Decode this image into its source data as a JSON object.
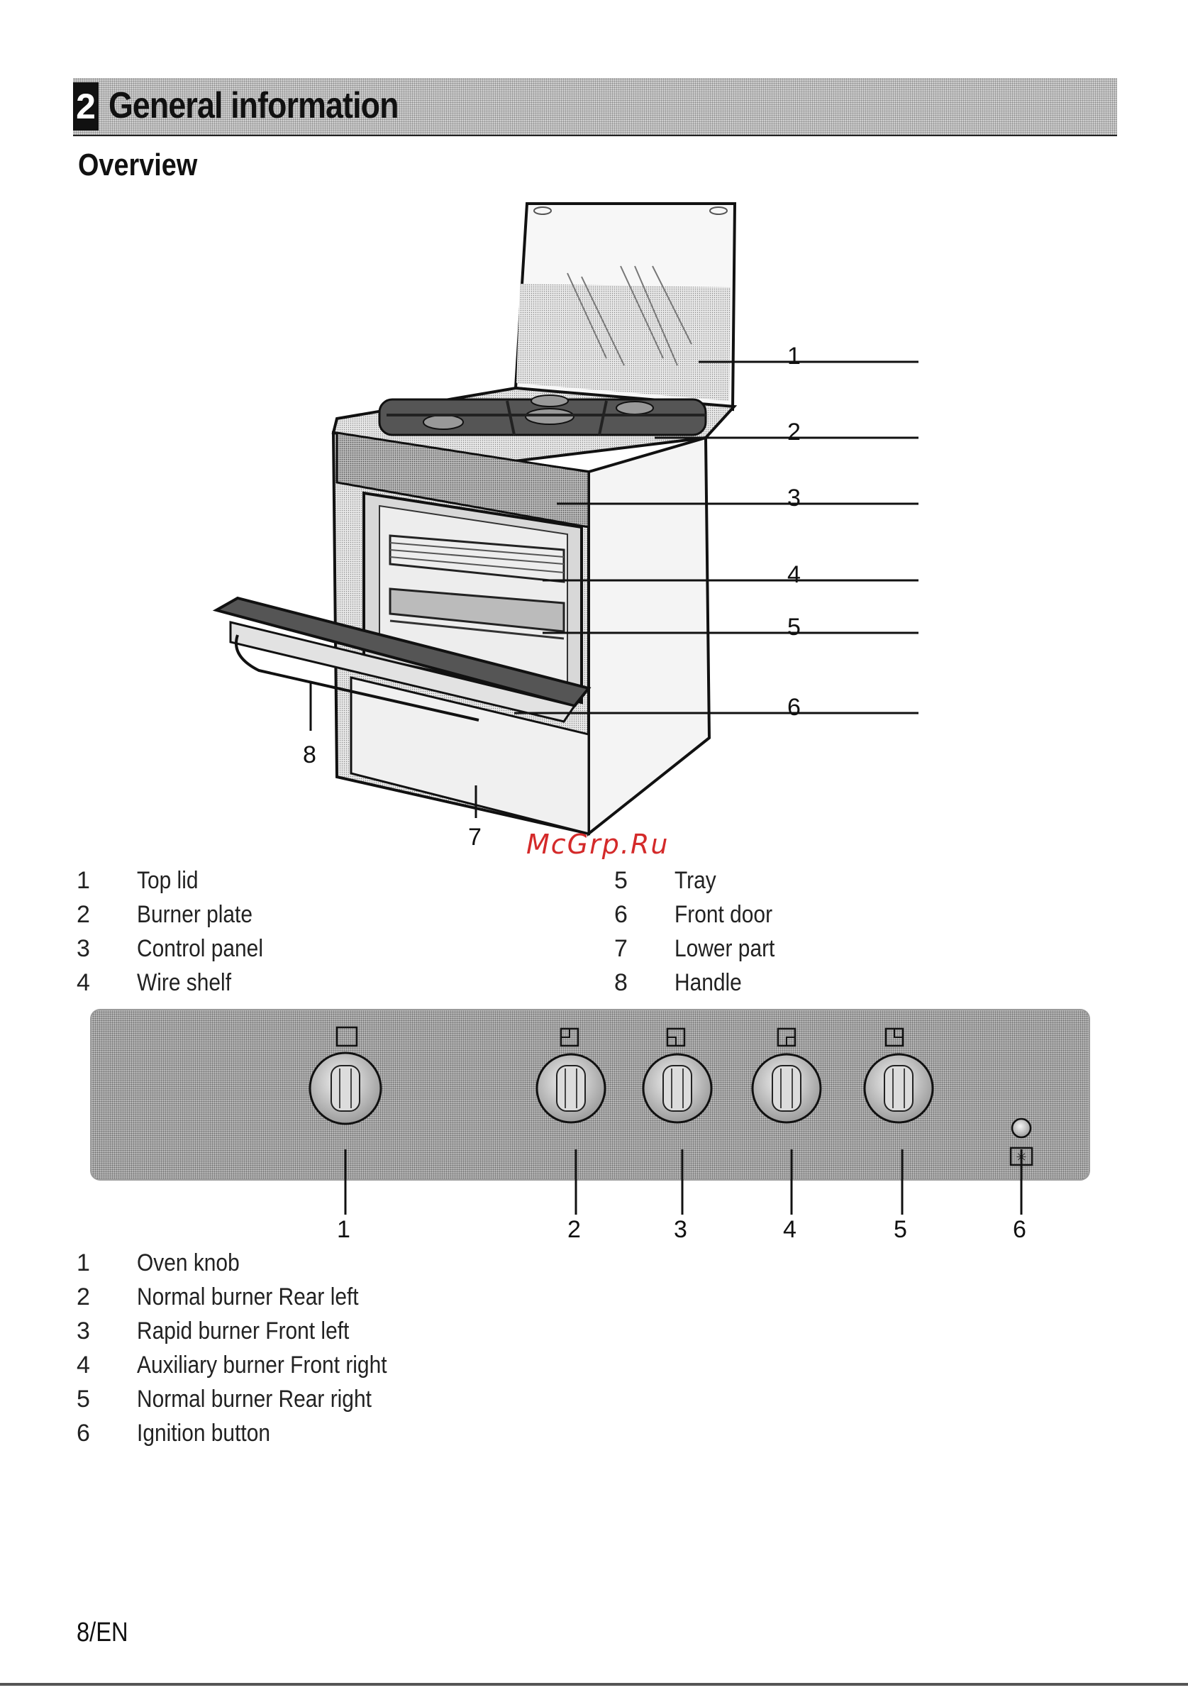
{
  "section": {
    "number": "2",
    "title": "General information"
  },
  "subtitle": "Overview",
  "overview_callouts": [
    "1",
    "2",
    "3",
    "4",
    "5",
    "6",
    "7",
    "8"
  ],
  "overview_legend": [
    {
      "num": "1",
      "label": "Top lid"
    },
    {
      "num": "2",
      "label": "Burner plate"
    },
    {
      "num": "3",
      "label": "Control panel"
    },
    {
      "num": "4",
      "label": "Wire shelf"
    },
    {
      "num": "5",
      "label": "Tray"
    },
    {
      "num": "6",
      "label": "Front door"
    },
    {
      "num": "7",
      "label": "Lower part"
    },
    {
      "num": "8",
      "label": "Handle"
    }
  ],
  "panel_callouts": [
    "1",
    "2",
    "3",
    "4",
    "5",
    "6"
  ],
  "panel_legend": [
    {
      "num": "1",
      "label": "Oven knob"
    },
    {
      "num": "2",
      "label": "Normal burner Rear left"
    },
    {
      "num": "3",
      "label": "Rapid burner Front left"
    },
    {
      "num": "4",
      "label": "Auxiliary burner Front right"
    },
    {
      "num": "5",
      "label": "Normal burner Rear right"
    },
    {
      "num": "6",
      "label": "Ignition button"
    }
  ],
  "watermark": "McGrp.Ru",
  "page_number": "8/EN",
  "icons": {
    "stove": "gas-cooker-illustration",
    "knob": "control-knob-icon",
    "ignition": "spark-icon"
  },
  "colors": {
    "header_bg": "#cfcfcf",
    "panel_bg": "#b9b9b9",
    "watermark": "#d42a2a"
  }
}
